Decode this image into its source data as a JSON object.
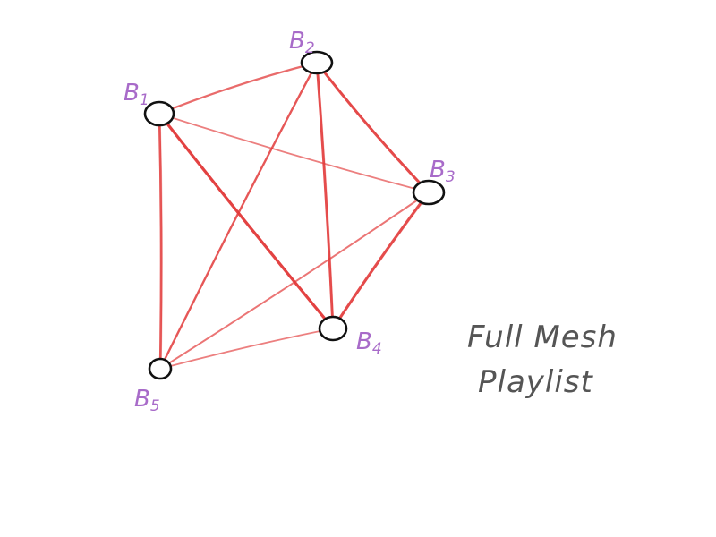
{
  "colors": {
    "edge": "#e23a3a",
    "node_stroke": "#111111",
    "node_fill": "#ffffff",
    "label": "#a86bc9",
    "caption": "#555555"
  },
  "nodes": [
    {
      "id": "b1",
      "label": "B1"
    },
    {
      "id": "b2",
      "label": "B2"
    },
    {
      "id": "b3",
      "label": "B3"
    },
    {
      "id": "b4",
      "label": "B4"
    },
    {
      "id": "b5",
      "label": "B5"
    }
  ],
  "edges": [
    [
      "b1",
      "b2"
    ],
    [
      "b1",
      "b3"
    ],
    [
      "b1",
      "b4"
    ],
    [
      "b1",
      "b5"
    ],
    [
      "b2",
      "b3"
    ],
    [
      "b2",
      "b4"
    ],
    [
      "b2",
      "b5"
    ],
    [
      "b3",
      "b4"
    ],
    [
      "b3",
      "b5"
    ],
    [
      "b4",
      "b5"
    ]
  ],
  "caption": {
    "line1": "Full Mesh",
    "line2": "Playlist"
  }
}
